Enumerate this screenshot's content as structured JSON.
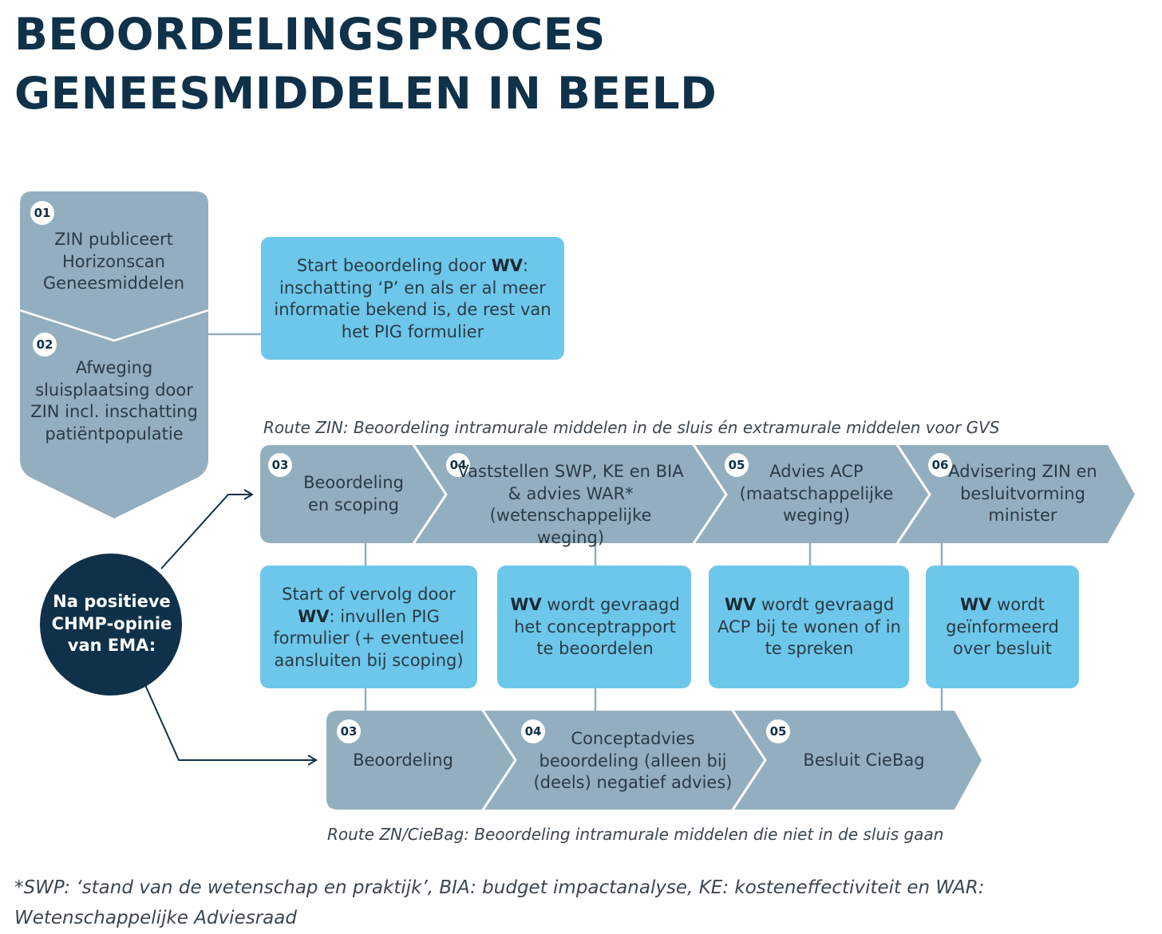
{
  "title": {
    "line1": "BEOORDELINGSPROCES",
    "line2": "GENEESMIDDELEN IN BEELD"
  },
  "colors": {
    "navy": "#0f3149",
    "grey_step": "#93afbf",
    "light_blue": "#6dc7ea",
    "connector": "#93afbf"
  },
  "left_column": {
    "step1": {
      "number": "01",
      "text": "ZIN publiceert Horizonscan Geneesmiddelen"
    },
    "step2": {
      "number": "02",
      "text": "Afweging sluisplaatsing door ZIN incl. inschatting patiëntpopulatie"
    }
  },
  "wv_start": {
    "pre": "Start beoordeling door ",
    "bold": "WV",
    "post": ": inschatting ‘P’ en als er al meer informatie bekend is, de rest van het PIG formulier"
  },
  "trigger": {
    "text": "Na positieve CHMP-opinie van EMA:"
  },
  "route_zin": {
    "label": "Route ZIN: Beoordeling intramurale middelen in de sluis én extramurale middelen voor GVS",
    "steps": [
      {
        "number": "03",
        "text": "Beoordeling en scoping"
      },
      {
        "number": "04",
        "text": "Vaststellen SWP, KE en BIA & advies WAR* (wetenschappelijke weging)"
      },
      {
        "number": "05",
        "text": "Advies ACP (maatschappelijke weging)"
      },
      {
        "number": "06",
        "text": "Advisering ZIN en besluitvorming minister"
      }
    ]
  },
  "wv_boxes": [
    {
      "pre": "Start of vervolg door ",
      "bold": "WV",
      "post": ": invullen PIG formulier (+ eventueel aansluiten bij scoping)"
    },
    {
      "pre": "",
      "bold": "WV",
      "post": " wordt gevraagd het conceptrapport te beoordelen"
    },
    {
      "pre": "",
      "bold": "WV",
      "post": " wordt gevraagd ACP bij te wonen of in te spreken"
    },
    {
      "pre": "",
      "bold": "WV",
      "post": " wordt geïnformeerd over besluit"
    }
  ],
  "route_ciebag": {
    "label": "Route ZN/CieBag: Beoordeling intramurale middelen die niet in de sluis gaan",
    "steps": [
      {
        "number": "03",
        "text": "Beoordeling"
      },
      {
        "number": "04",
        "text": "Conceptadvies beoordeling (alleen bij (deels) negatief advies)"
      },
      {
        "number": "05",
        "text": "Besluit CieBag"
      }
    ]
  },
  "footnote": "*SWP: ‘stand van de wetenschap en praktijk’, BIA: budget impactanalyse, KE: kosteneffectiviteit en WAR: Wetenschappelijke Adviesraad"
}
